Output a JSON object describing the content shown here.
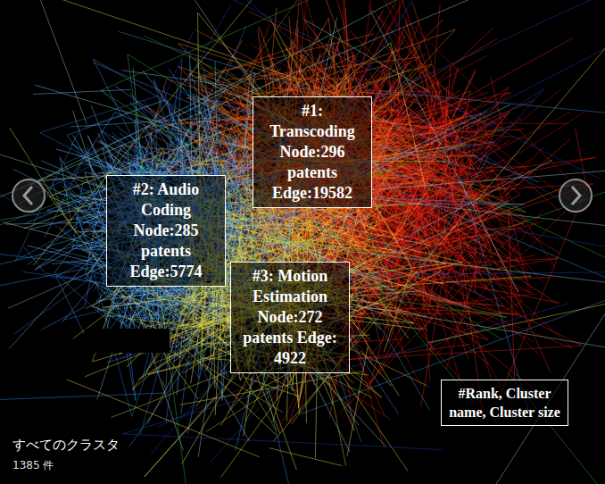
{
  "diagram": {
    "nodes": [
      {
        "text": [
          "#1: Transcoding Node:296 patents Edge:19582"
        ]
      },
      {
        "text": [
          "#2: Audio Coding Node:285 patents Edge:5774"
        ]
      },
      {
        "text": [
          "#3: Motion Estimation Node:272 patents Edge: 4922"
        ]
      },
      {
        "text": [
          "#Rank, Cluster name, Cluster size"
        ]
      }
    ],
    "labels": [
      "すべてのクラスタ",
      "1385 件"
    ]
  }
}
